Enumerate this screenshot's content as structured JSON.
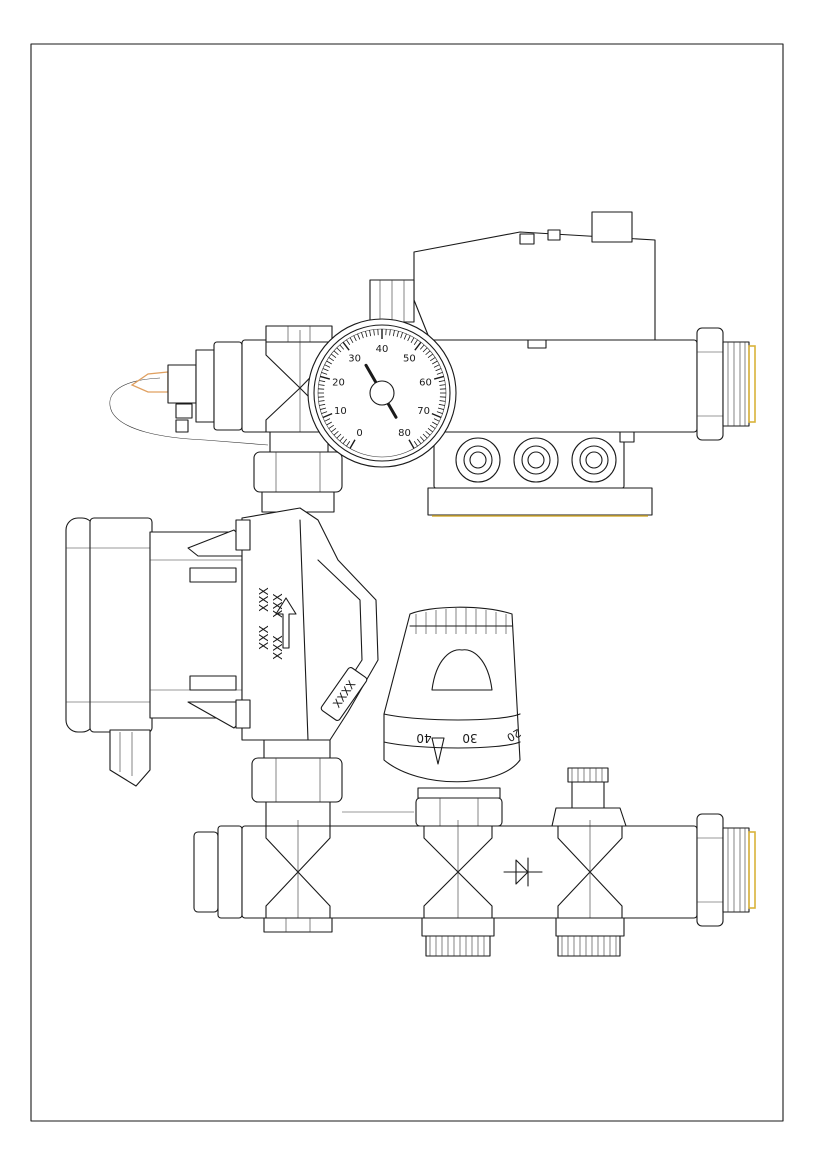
{
  "drawing": {
    "gauge": {
      "scale_labels": [
        "0",
        "10",
        "20",
        "30",
        "40",
        "50",
        "60",
        "70",
        "80"
      ],
      "min": 0,
      "max": 80,
      "needle_value": 32
    },
    "pump": {
      "marking_1": "XXX",
      "marking_2": "XXX",
      "marking_3": "XXX",
      "marking_4": "XXX",
      "plate_text": "XXXX"
    },
    "thermostat": {
      "scale_1": "40",
      "scale_2": "30",
      "scale_3": "20"
    },
    "colors": {
      "line": "#1a1a1a",
      "accent": "#d9b23a",
      "probe": "#e0a060"
    }
  }
}
